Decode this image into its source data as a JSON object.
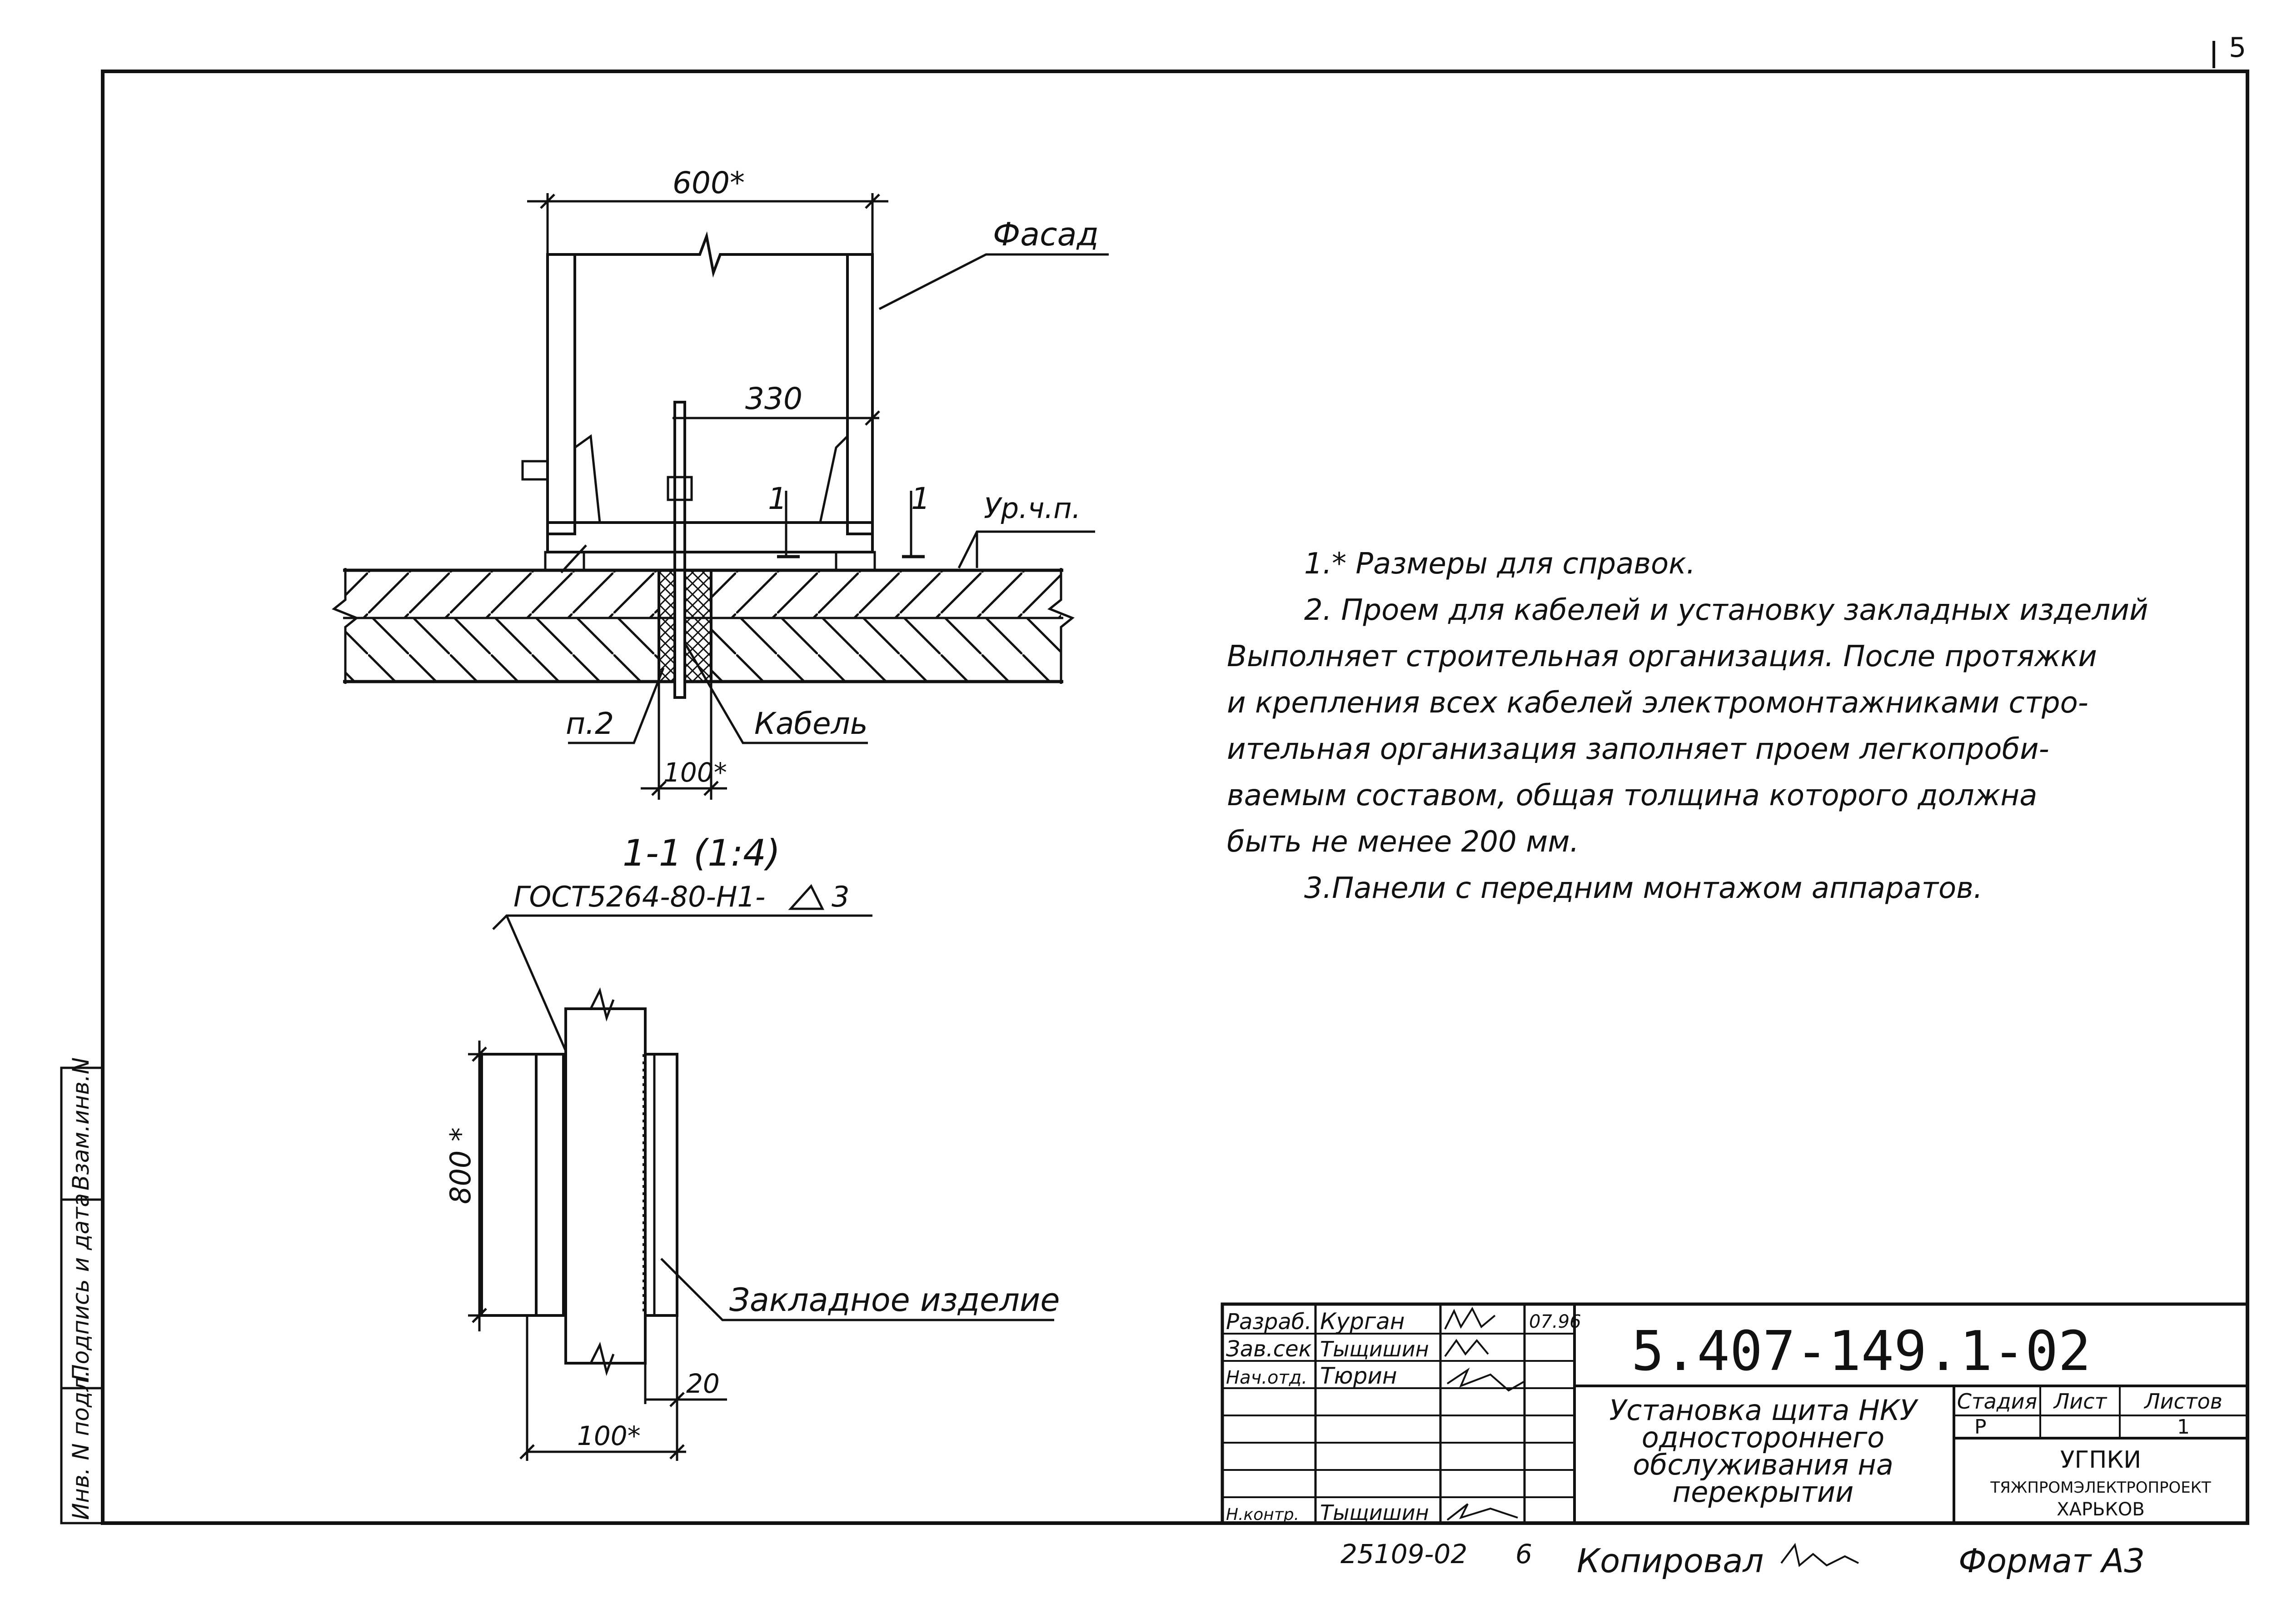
{
  "page_number": "5",
  "section_1": {
    "dim_width": "600*",
    "facade_label": "Фасад",
    "dim_330": "330",
    "section_mark_left": "1",
    "section_mark_right": "1",
    "level_label": "Ур.ч.п.",
    "item_label": "п.2",
    "cable_label": "Кабель",
    "dim_opening": "100*",
    "title": "1-1 (1:4)"
  },
  "detail": {
    "weld_label": "ГОСТ5264-80-Н1-",
    "weld_size": "3",
    "dim_height": "800 *",
    "embedded_label": "Закладное изделие",
    "dim_20": "20",
    "dim_100": "100*"
  },
  "notes": {
    "n1": "1.* Размеры для справок.",
    "n2_l1": "2. Проем для кабелей и установку закладных изделий",
    "n2_l2": "Выполняет строительная организация. После протяжки",
    "n2_l3": "и крепления всех кабелей электромонтажниками стро-",
    "n2_l4": "ительная организация заполняет проем легкопроби-",
    "n2_l5": "ваемым составом, общая толщина которого должна",
    "n2_l6": "быть не менее 200 мм.",
    "n3": "3.Панели с передним монтажом аппаратов."
  },
  "side_stamp": {
    "inv_podl": "Инв. N подл.",
    "podpis_data": "Подпись и дата",
    "vzam_inv": "Взам.инв.N"
  },
  "title_block": {
    "rows": [
      {
        "role": "Разраб.",
        "name": "Курган",
        "date": "07.96"
      },
      {
        "role": "Зав.сек",
        "name": "Тыщишин",
        "date": ""
      },
      {
        "role": "Нач.отд.",
        "name": "Тюрин",
        "date": ""
      },
      {
        "role": "Н.контр.",
        "name": "Тыщишин",
        "date": ""
      }
    ],
    "doc_code": "5.407-149.1-02",
    "title_l1": "Установка щита НКУ",
    "title_l2": "одностороннего",
    "title_l3": "обслуживания на",
    "title_l4": "перекрытии",
    "stage_header": "Стадия",
    "sheet_header": "Лист",
    "sheets_header": "Листов",
    "stage_value": "Р",
    "sheets_value": "1",
    "org_l1": "УГПКИ",
    "org_l2": "ТЯЖПРОМЭЛЕКТРОПРОЕКТ",
    "org_l3": "ХАРЬКОВ"
  },
  "footer": {
    "archive_no": "25109-02",
    "archive_sheet": "6",
    "copied": "Копировал",
    "format": "Формат А3"
  }
}
